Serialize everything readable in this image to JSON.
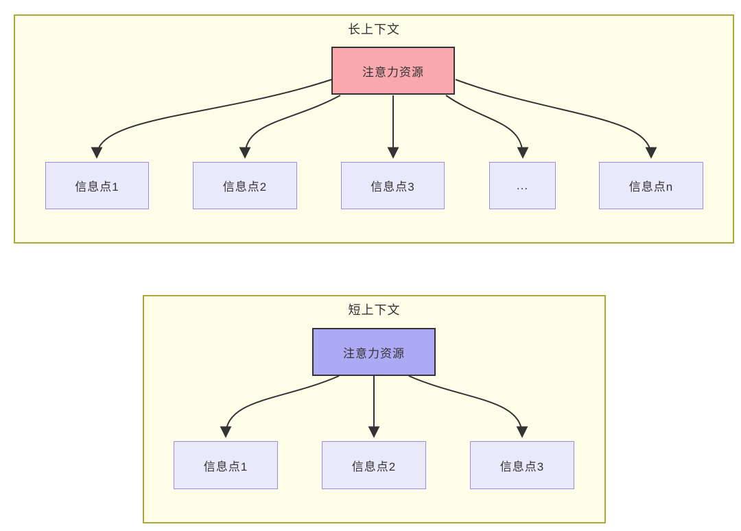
{
  "diagram": {
    "sections": [
      {
        "title": "长上下文",
        "attention": {
          "label": "注意力资源"
        },
        "nodes": [
          {
            "label": "信息点1"
          },
          {
            "label": "信息点2"
          },
          {
            "label": "信息点3"
          },
          {
            "label": "..."
          },
          {
            "label": "信息点n"
          }
        ]
      },
      {
        "title": "短上下文",
        "attention": {
          "label": "注意力资源"
        },
        "nodes": [
          {
            "label": "信息点1"
          },
          {
            "label": "信息点2"
          },
          {
            "label": "信息点3"
          }
        ]
      }
    ],
    "colors": {
      "container_bg": "#fdfde8",
      "container_border": "#aca937",
      "attention_long_bg": "#f9a8ae",
      "attention_short_bg": "#abaaf3",
      "node_bg": "#e9e9fb",
      "node_border": "#9c8ce0",
      "box_border_dark": "#333333",
      "arrow": "#333333",
      "text": "#333333"
    }
  }
}
